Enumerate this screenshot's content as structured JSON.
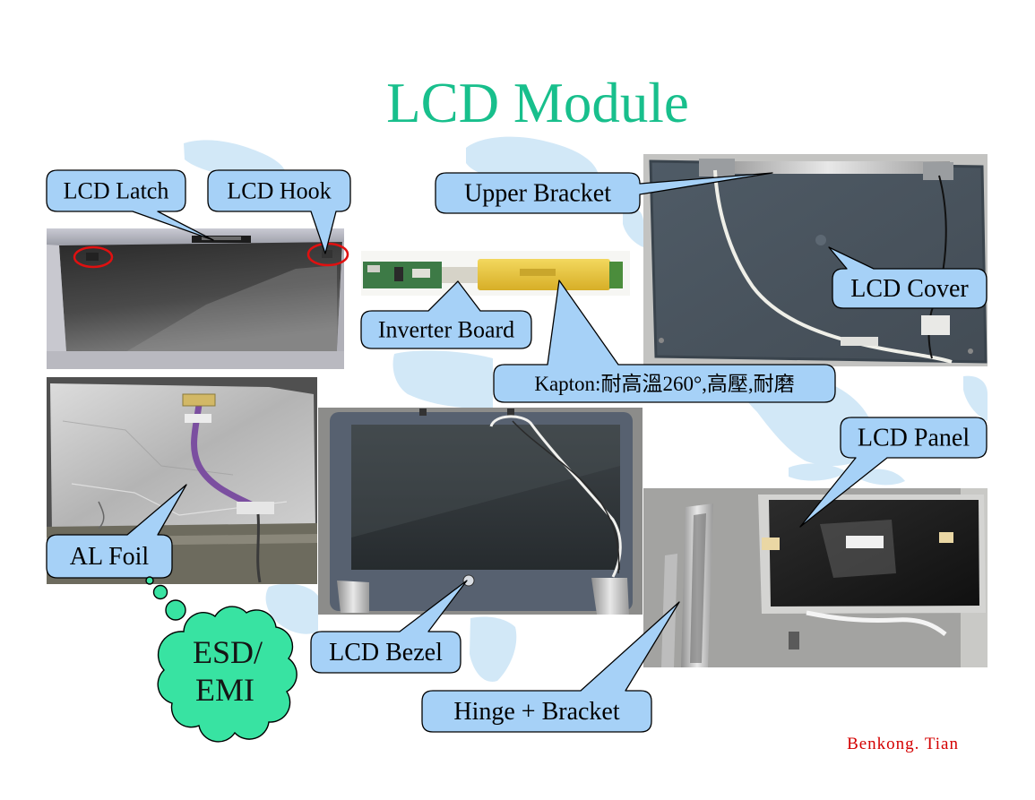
{
  "slide": {
    "title": "LCD Module",
    "title_color": "#18bf8c",
    "footer": "Benkong. Tian",
    "footer_color": "#d40000"
  },
  "callouts": {
    "lcd_latch": "LCD Latch",
    "lcd_hook": "LCD Hook",
    "upper_bracket": "Upper Bracket",
    "inverter_board": "Inverter Board",
    "kapton": "Kapton:耐高溫260°,高壓,耐磨",
    "lcd_cover": "LCD Cover",
    "lcd_panel": "LCD Panel",
    "al_foil": "AL Foil",
    "lcd_bezel": "LCD Bezel",
    "hinge_bracket": "Hinge + Bracket"
  },
  "thought_bubble": {
    "line1": "ESD/",
    "line2": "EMI"
  },
  "colors": {
    "callout_fill": "#a6d1f7",
    "cloud_fill": "#38e3a2",
    "highlight_circle": "#e01010",
    "map_watermark": "#d2e8f7"
  }
}
